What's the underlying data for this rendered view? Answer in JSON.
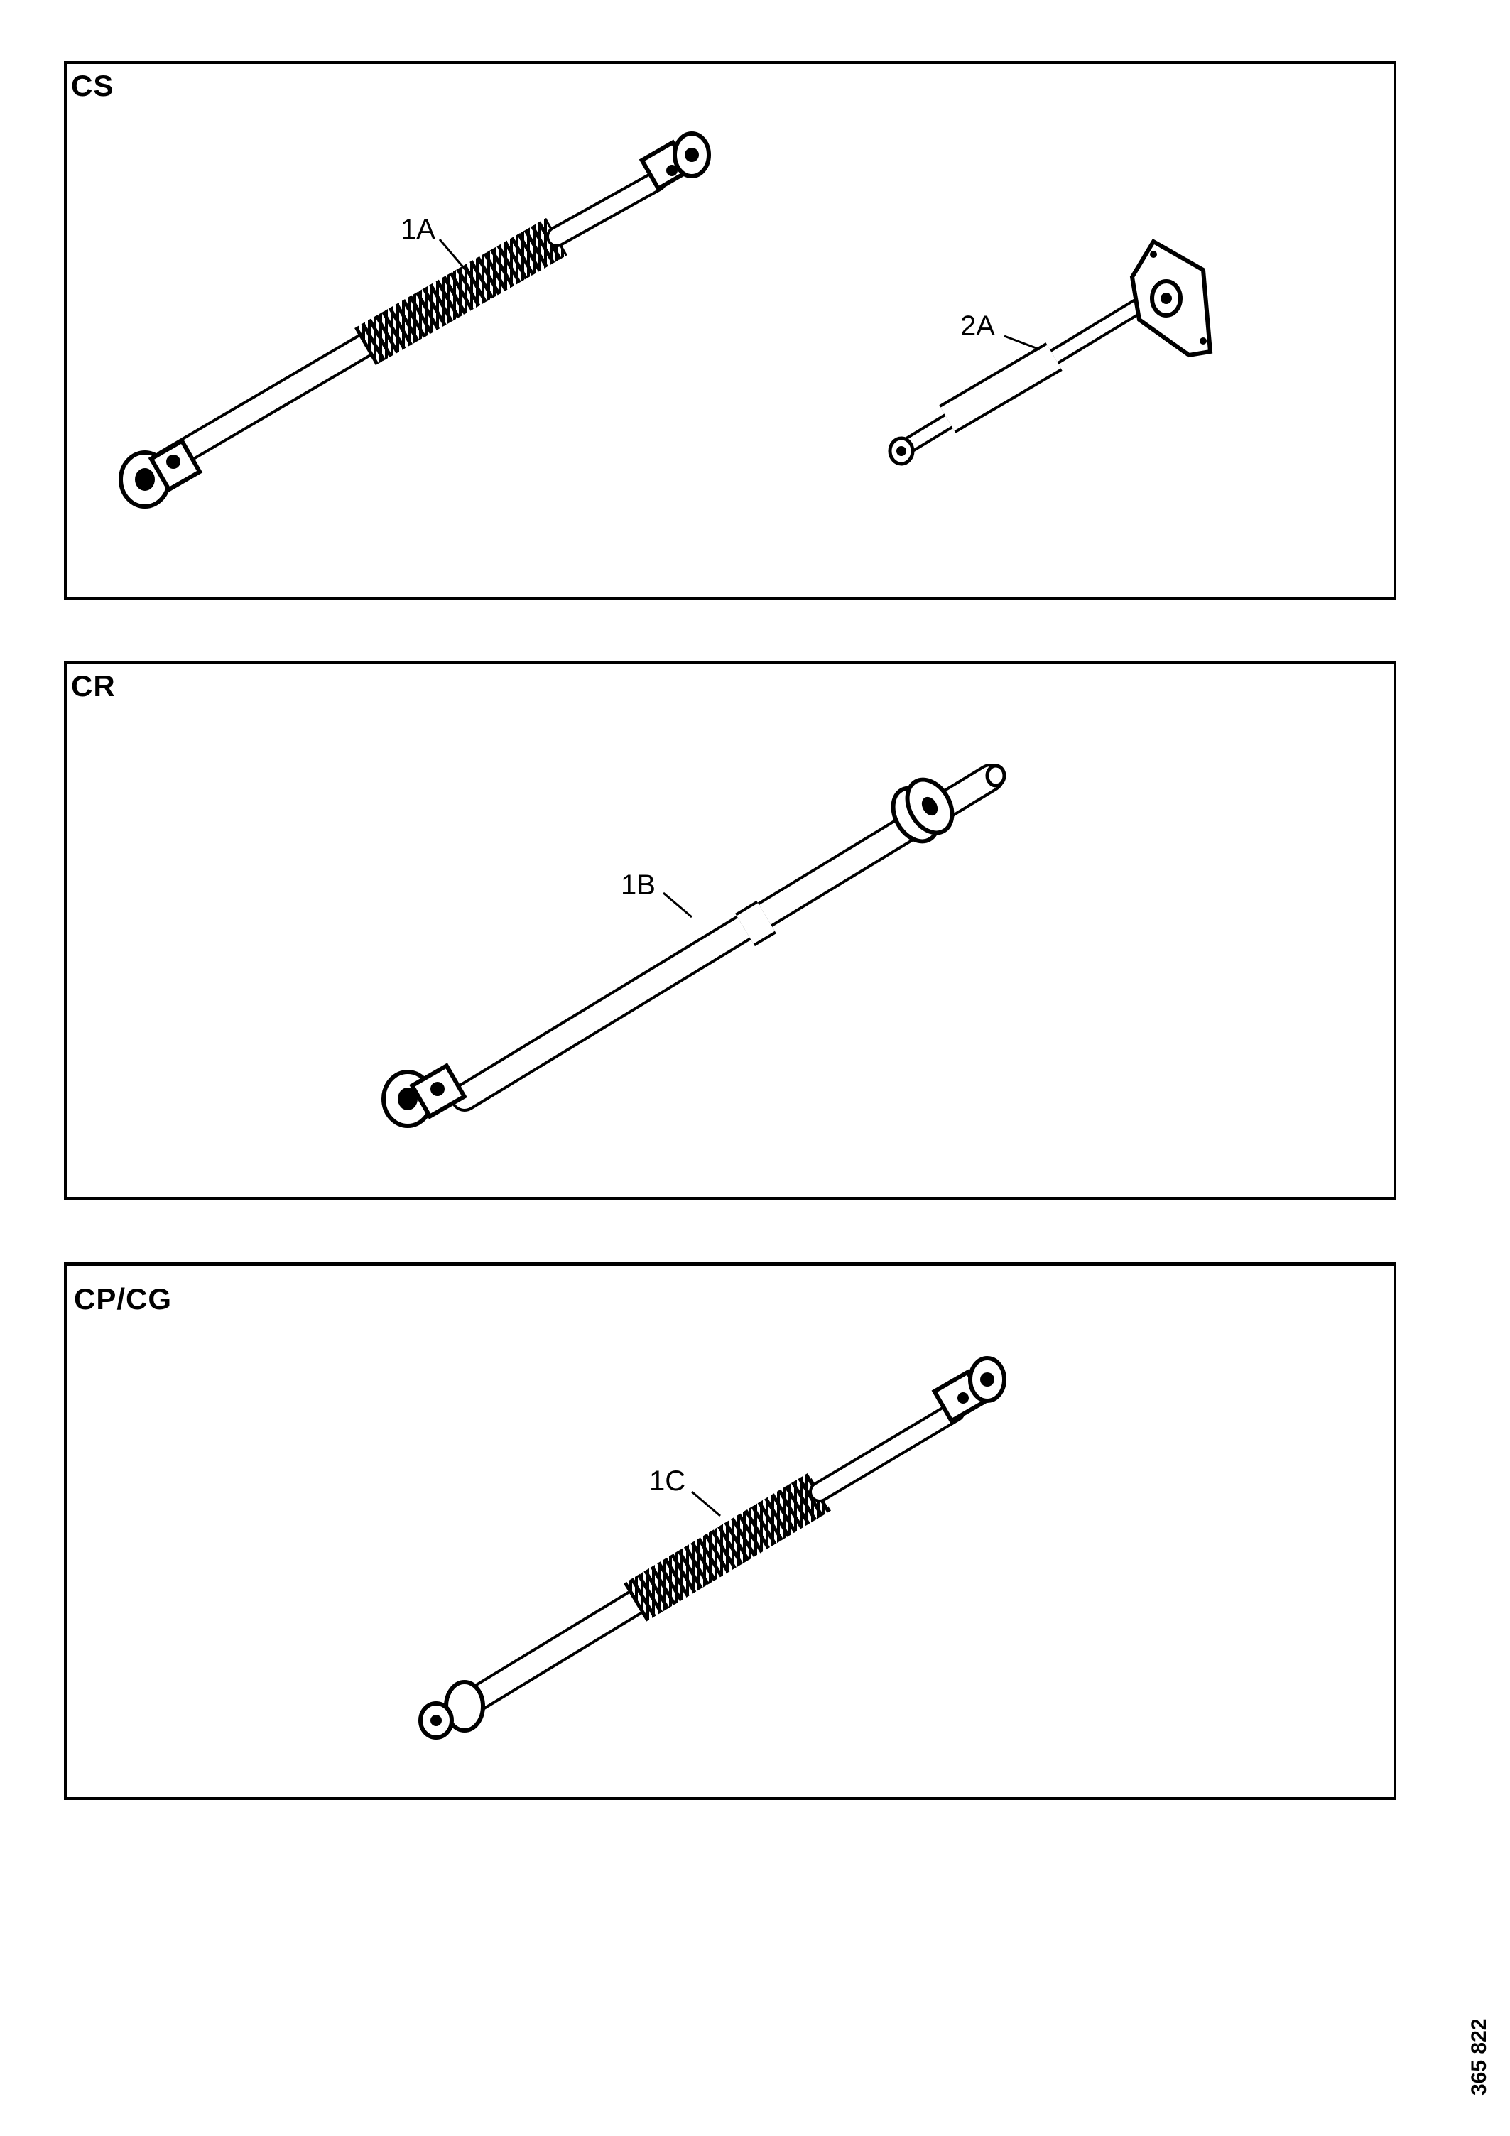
{
  "panels": {
    "cs": {
      "label": "CS",
      "parts": {
        "part_1a": "1A",
        "part_2a": "2A"
      }
    },
    "cr": {
      "label": "CR",
      "parts": {
        "part_1b": "1B"
      }
    },
    "cp": {
      "label": "CP/CG",
      "parts": {
        "part_1c": "1C"
      }
    }
  },
  "document_id": "365 822"
}
